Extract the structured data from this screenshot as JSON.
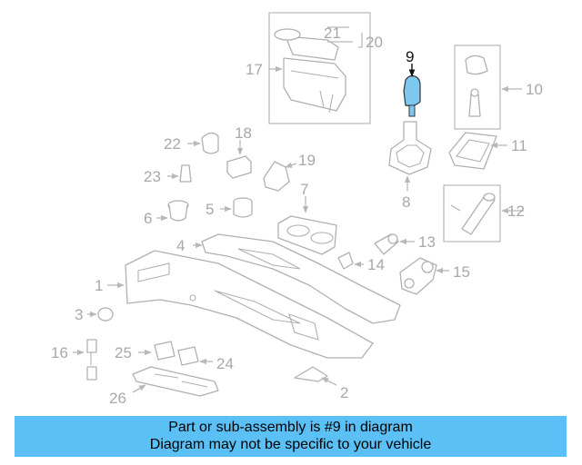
{
  "diagram": {
    "highlight_color": "#7ec8f0",
    "callouts": {
      "c1": "1",
      "c2": "2",
      "c3": "3",
      "c4": "4",
      "c5": "5",
      "c6": "6",
      "c7": "7",
      "c8": "8",
      "c9": "9",
      "c10": "10",
      "c11": "11",
      "c12": "12",
      "c13": "13",
      "c14": "14",
      "c15": "15",
      "c16": "16",
      "c17": "17",
      "c18": "18",
      "c19": "19",
      "c20": "20",
      "c21": "21",
      "c22": "22",
      "c23": "23",
      "c24": "24",
      "c25": "25",
      "c26": "26"
    }
  },
  "banner": {
    "line1": "Part or sub-assembly is #9 in diagram",
    "line2": "Diagram may not be specific to your vehicle",
    "background": "#5bc0f5"
  }
}
